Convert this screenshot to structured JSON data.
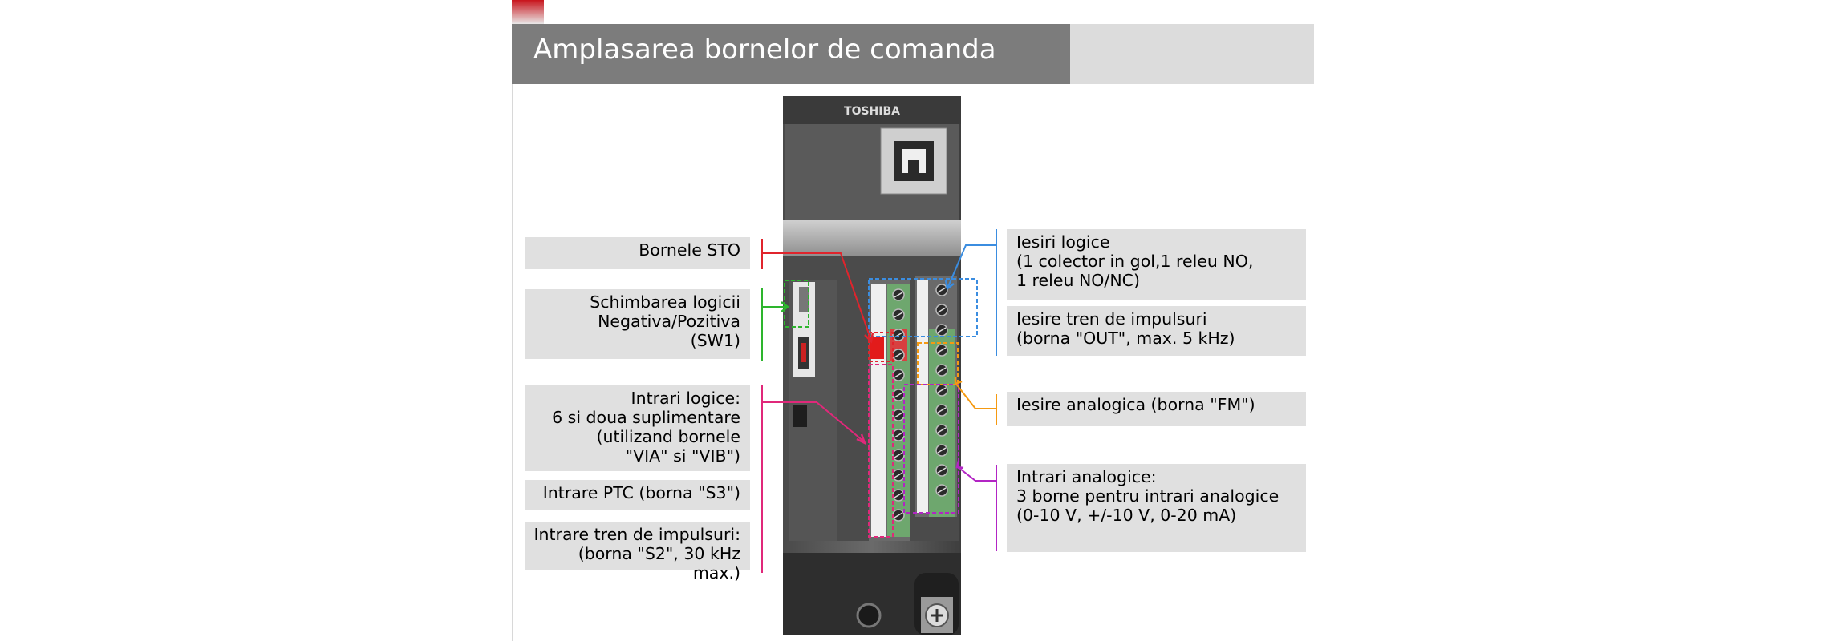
{
  "slide": {
    "title": "Amplasarea bornelor de comanda"
  },
  "device": {
    "brand": "TOSHIBA"
  },
  "labels_left": [
    {
      "id": "sto",
      "text": "Bornele STO",
      "color": "#e0242c"
    },
    {
      "id": "sw1",
      "text": "Schimbarea logicii\nNegativa/Pozitiva\n(SW1)",
      "color": "#2db52d"
    },
    {
      "id": "logic-in",
      "text": "Intrari logice:\n6 si doua suplimentare\n(utilizand bornele\n\"VIA\" si \"VIB\")",
      "color": "#e0287a"
    },
    {
      "id": "ptc",
      "text": "Intrare PTC (borna \"S3\")",
      "color": "#e0287a"
    },
    {
      "id": "pulse-in",
      "text": "Intrare tren de impulsuri:\n(borna \"S2\", 30 kHz max.)",
      "color": "#e0287a"
    }
  ],
  "labels_right": [
    {
      "id": "logic-out",
      "text": "Iesiri logice\n(1 colector in gol,1 releu NO,\n1 releu NO/NC)",
      "color": "#3b8de0"
    },
    {
      "id": "pulse-out",
      "text": "Iesire tren de impulsuri\n(borna \"OUT\", max. 5 kHz)",
      "color": "#3b8de0"
    },
    {
      "id": "analog-out",
      "text": "Iesire analogica (borna \"FM\")",
      "color": "#f59a12"
    },
    {
      "id": "analog-in",
      "text": "Intrari analogice:\n3 borne pentru intrari analogice\n(0-10 V, +/-10 V, 0-20 mA)",
      "color": "#b225c4"
    }
  ]
}
